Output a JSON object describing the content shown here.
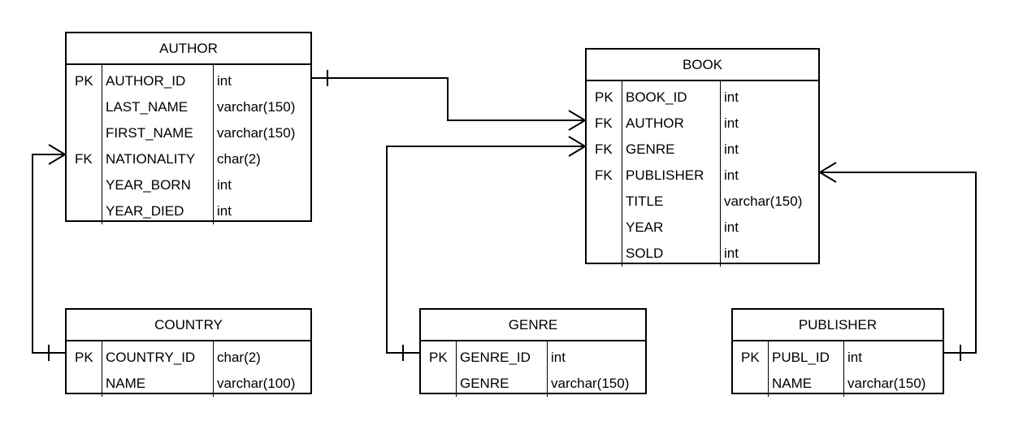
{
  "entities": {
    "author": {
      "name": "AUTHOR",
      "rows": [
        {
          "key": "PK",
          "field": "AUTHOR_ID",
          "type": "int"
        },
        {
          "key": "",
          "field": "LAST_NAME",
          "type": "varchar(150)"
        },
        {
          "key": "",
          "field": "FIRST_NAME",
          "type": "varchar(150)"
        },
        {
          "key": "FK",
          "field": "NATIONALITY",
          "type": "char(2)"
        },
        {
          "key": "",
          "field": "YEAR_BORN",
          "type": "int"
        },
        {
          "key": "",
          "field": "YEAR_DIED",
          "type": "int"
        }
      ]
    },
    "book": {
      "name": "BOOK",
      "rows": [
        {
          "key": "PK",
          "field": "BOOK_ID",
          "type": "int"
        },
        {
          "key": "FK",
          "field": "AUTHOR",
          "type": "int"
        },
        {
          "key": "FK",
          "field": "GENRE",
          "type": "int"
        },
        {
          "key": "FK",
          "field": "PUBLISHER",
          "type": "int"
        },
        {
          "key": "",
          "field": "TITLE",
          "type": "varchar(150)"
        },
        {
          "key": "",
          "field": "YEAR",
          "type": "int"
        },
        {
          "key": "",
          "field": "SOLD",
          "type": "int"
        }
      ]
    },
    "country": {
      "name": "COUNTRY",
      "rows": [
        {
          "key": "PK",
          "field": "COUNTRY_ID",
          "type": "char(2)"
        },
        {
          "key": "",
          "field": "NAME",
          "type": "varchar(100)"
        }
      ]
    },
    "genre": {
      "name": "GENRE",
      "rows": [
        {
          "key": "PK",
          "field": "GENRE_ID",
          "type": "int"
        },
        {
          "key": "",
          "field": "GENRE",
          "type": "varchar(150)"
        }
      ]
    },
    "publisher": {
      "name": "PUBLISHER",
      "rows": [
        {
          "key": "PK",
          "field": "PUBL_ID",
          "type": "int"
        },
        {
          "key": "",
          "field": "NAME",
          "type": "varchar(150)"
        }
      ]
    }
  },
  "relationships": [
    {
      "from": "author",
      "from_field": "AUTHOR_ID",
      "from_end": "one",
      "to": "book",
      "to_field": "AUTHOR",
      "to_end": "many"
    },
    {
      "from": "genre",
      "from_field": "GENRE_ID",
      "from_end": "one",
      "to": "book",
      "to_field": "GENRE",
      "to_end": "many"
    },
    {
      "from": "publisher",
      "from_field": "PUBL_ID",
      "from_end": "one",
      "to": "book",
      "to_field": "PUBLISHER",
      "to_end": "many"
    },
    {
      "from": "country",
      "from_field": "COUNTRY_ID",
      "from_end": "one",
      "to": "author",
      "to_field": "NATIONALITY",
      "to_end": "many"
    }
  ],
  "colors": {
    "line": "#000000",
    "background": "#ffffff"
  }
}
